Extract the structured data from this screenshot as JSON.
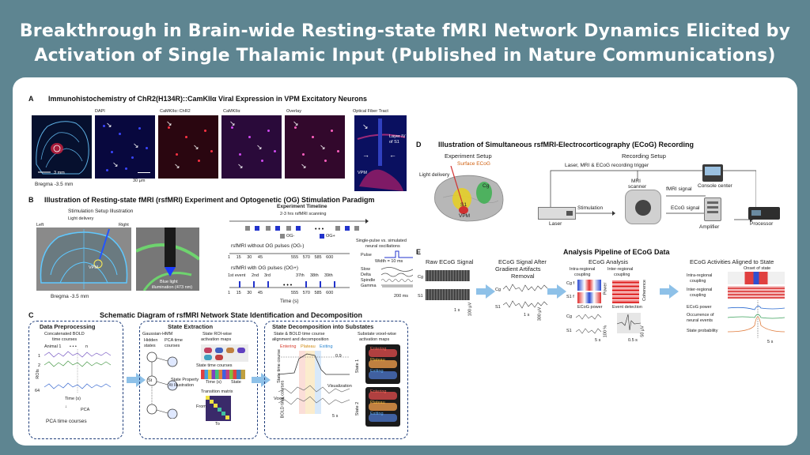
{
  "title": "Breakthrough in Brain-wide Resting-state fMRI Network Dynamics Elicited by Activation of Single Thalamic Input (Published in Nature Communications)",
  "panelA": {
    "letter": "A",
    "heading": "Immunohistochemistry of ChR2(H134R)::CamKIIα Viral Expression in VPM Excitatory Neurons",
    "channels": [
      "DAPI",
      "CaMKIIα::ChR2",
      "CaMKIIα",
      "Overlay"
    ],
    "fiber_label": "Optical Fiber Tract",
    "scale_3mm": "3 mm",
    "scale_30um": "30 μm",
    "bregma": "Bregma -3.5 mm",
    "layer_label": "Layer IV of S1",
    "vpm": "VPM"
  },
  "panelB": {
    "letter": "B",
    "heading": "Illustration of Resting-state fMRI (rsfMRI) Experiment and Optogenetic (OG) Stimulation Paradigm",
    "setup_title": "Stimulation Setup Illustration",
    "light_delivery": "Light delivery",
    "left": "Left",
    "right": "Right",
    "vpm": "VPM",
    "blue_light": "Blue light",
    "blue_light2": "illumination (473 nm)",
    "bregma": "Bregma -3.5 mm",
    "timeline_title": "Experiment Timeline",
    "timeline_sub": "2-3 hrs rsfMRI scanning",
    "og_minus": "OG-",
    "og_plus": "OG+",
    "without_og": "rsfMRI without OG pulses (OG-)",
    "with_og": "rsfMRI with OG pulses (OG+)",
    "ticks_top": [
      "1",
      "15",
      "30",
      "45",
      "555",
      "570",
      "585",
      "600"
    ],
    "ticks_bottom": [
      "1",
      "15",
      "30",
      "45",
      "555",
      "570",
      "585",
      "600"
    ],
    "events": [
      "1st event",
      "2nd",
      "3rd",
      "37th",
      "38th",
      "39th"
    ],
    "time_label": "Time (s)",
    "single_pulse": "Single-pulse vs. simulated",
    "single_pulse2": "neural oscillations",
    "pulse": "Pulse",
    "width": "Width = 10 ms",
    "waves": [
      "Slow",
      "Delta",
      "Spindle",
      "Gamma"
    ],
    "ms200": "200 ms"
  },
  "panelC": {
    "letter": "C",
    "heading": "Schematic Diagram of rsfMRI Network State Identification and Decomposition",
    "box1": {
      "title": "Data Preprocessing",
      "sub1": "Concatenated BOLD",
      "sub2": "time courses",
      "animal": "Animal 1",
      "dots": "• • •",
      "n": "n",
      "rois": "ROIs",
      "row1": "1",
      "row2": "2",
      "row64": "64",
      "time": "Time (s)",
      "pca": "PCA",
      "pca_tc": "PCA time courses"
    },
    "box2": {
      "title": "State Extraction",
      "hmm": "Gaussian-HMM",
      "hidden": "Hidden",
      "states": "states",
      "pca_tc1": "PCA time",
      "pca_tc2": "courses",
      "roi_maps1": "State ROI-wise",
      "roi_maps2": "activation maps",
      "s_t": "St",
      "x_t": "Xt",
      "state_tc": "State time courses",
      "time": "Time (s)",
      "state": "State",
      "prop": "State Property",
      "illus": "Illustration",
      "trans": "Transition matrix",
      "from": "From",
      "to": "To"
    },
    "box3": {
      "title": "State Decomposition into Substates",
      "sub1": "State & BOLD time course",
      "sub2": "alignment and decomposition",
      "right1": "Substate voxel-wise",
      "right2": "activation maps",
      "entering": "Entering",
      "plateau": "Plateau",
      "exiting": "Exiting",
      "state_tc": "State time course",
      "bold_tc": "BOLD time courses",
      "voxel": "Voxel",
      "p09": "0.9",
      "visual": "Visualization",
      "state1": "State 1",
      "state2": "State 2",
      "s5": "5 s"
    }
  },
  "panelD": {
    "letter": "D",
    "heading": "Illustration of Simultaneous rsfMRI-Electrocorticography (ECoG) Recording",
    "exp_setup": "Experiment Setup",
    "rec_setup": "Recording Setup",
    "surface": "Surface ECoG",
    "light": "Light delivery",
    "cg": "Cg",
    "s1": "S1",
    "vpm": "VPM",
    "trigger": "Laser, MRI & ECoG recording trigger",
    "console": "Console center",
    "mri": "MRI",
    "scanner": "scanner",
    "fmri_sig": "fMRI signal",
    "stim": "Stimulation",
    "ecog_sig": "ECoG signal",
    "laser": "Laser",
    "amp": "Amplifier",
    "proc": "Processor"
  },
  "panelE": {
    "letter": "E",
    "heading": "Analysis Pipeline of ECoG Data",
    "raw": "Raw ECoG Signal",
    "after1": "ECoG Signal After",
    "after2": "Gradient Artifacts",
    "after3": "Removal",
    "analysis": "ECoG Analysis",
    "intra1": "Intra-regional",
    "intra2": "coupling",
    "inter1": "Inter-regional",
    "inter2": "coupling",
    "power": "ECoG power",
    "event": "Event detection",
    "aligned": "ECoG Activities Aligned to State",
    "onset": "Onset of state",
    "r_intra": "Intra-regional",
    "r_intra2": "coupling",
    "r_inter": "Inter-regional",
    "r_inter2": "coupling",
    "r_power": "ECoG power",
    "r_occ": "Occurrence of",
    "r_occ2": "neural events",
    "r_prob": "State probability",
    "cg": "Cg",
    "s1": "S1",
    "cg_f": "Cg f",
    "s1_f": "S1 f",
    "power_lbl": "Power",
    "coh_lbl": "Coherence",
    "s1sec": "1 s",
    "uv100": "100 μV",
    "uv300": "300 μV",
    "s5": "5 s",
    "pct100": "100 %",
    "s05": "0.5 s",
    "uv50": "50 μV",
    "r_s5": "5 s"
  }
}
